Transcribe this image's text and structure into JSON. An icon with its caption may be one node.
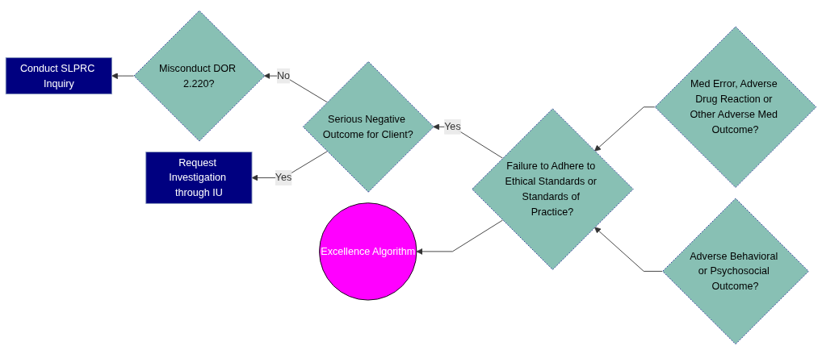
{
  "diagram": {
    "nodes": [
      {
        "text": [
          "Misconduct DOR 2.220?"
        ]
      },
      {
        "text": [
          "Med Error, Adverse Drug Reaction or Other Adverse Med Outcome?"
        ]
      },
      {
        "text": [
          "Adverse Behavioral or Psychosocial Outcome?"
        ]
      },
      {
        "text": [
          "Serious Negative Outcome for Client?"
        ]
      },
      {
        "text": [
          "Failure to Adhere to Ethical Standards or Standards of Practice?"
        ]
      },
      {
        "text": [
          "Request Investigation through IU"
        ]
      },
      {
        "text": [
          "Conduct SLPRC Inquiry"
        ]
      },
      {
        "text": [
          "Excellence Algorithm"
        ]
      }
    ],
    "edges": [
      {
        "from": 1,
        "to": 4,
        "arrow": "to"
      },
      {
        "from": 2,
        "to": 4,
        "arrow": "to"
      },
      {
        "from": 4,
        "to": 3,
        "label": "Yes",
        "arrow": "to"
      },
      {
        "from": 3,
        "to": 0,
        "label": "No",
        "arrow": "to"
      },
      {
        "from": 3,
        "to": 5,
        "label": "Yes",
        "arrow": "to"
      },
      {
        "from": 0,
        "to": 6,
        "arrow": "to"
      },
      {
        "from": 4,
        "to": 7,
        "arrow": "to"
      }
    ]
  }
}
